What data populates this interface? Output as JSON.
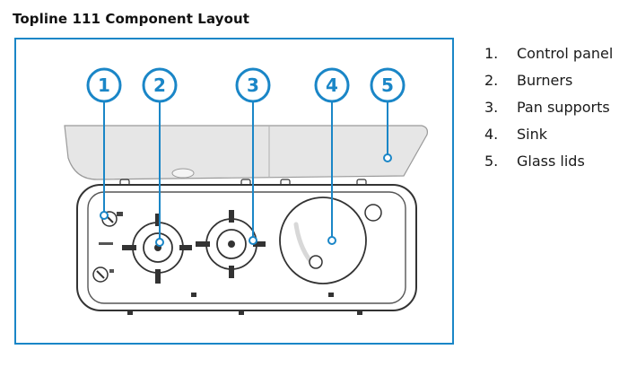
{
  "title": "Topline 111 Component Layout",
  "accent_color": "#1a86c7",
  "callouts": [
    {
      "num": "1",
      "label": "Control panel"
    },
    {
      "num": "2",
      "label": "Burners"
    },
    {
      "num": "3",
      "label": "Pan supports"
    },
    {
      "num": "4",
      "label": "Sink"
    },
    {
      "num": "5",
      "label": "Glass lids"
    }
  ],
  "legend": [
    {
      "num": "1.",
      "label": "Control panel"
    },
    {
      "num": "2.",
      "label": "Burners"
    },
    {
      "num": "3.",
      "label": "Pan supports"
    },
    {
      "num": "4.",
      "label": "Sink"
    },
    {
      "num": "5.",
      "label": "Glass lids"
    }
  ]
}
